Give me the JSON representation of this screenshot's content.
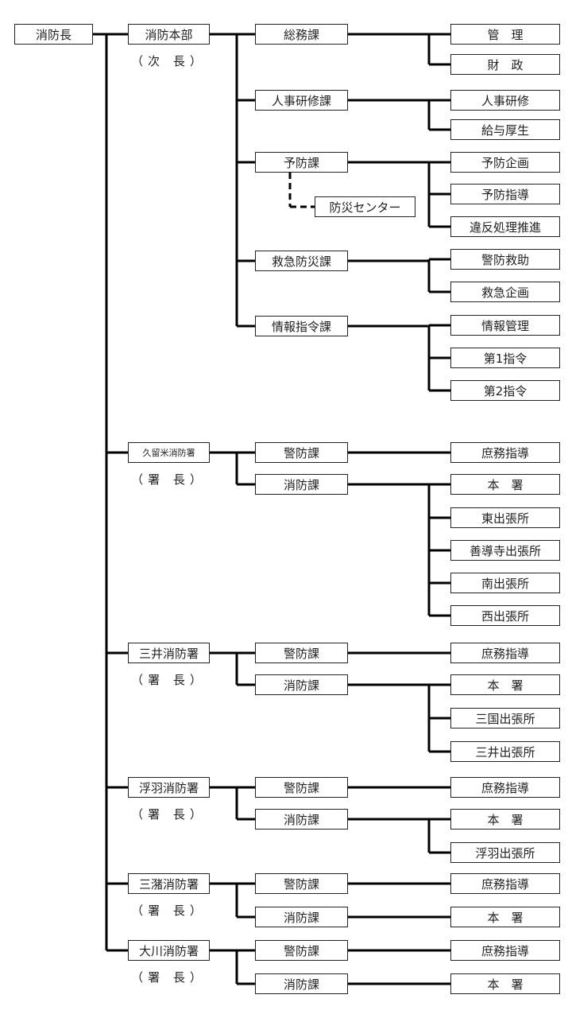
{
  "chief": "消防長",
  "units": [
    {
      "name": "消防本部",
      "title": "（次 長）",
      "sections": [
        {
          "name": "総務課",
          "sub": [
            "管　理",
            "財　政"
          ]
        },
        {
          "name": "人事研修課",
          "sub": [
            "人事研修",
            "給与厚生"
          ]
        },
        {
          "name": "予防課",
          "sub": [
            "予防企画",
            "予防指導",
            "違反処理推進"
          ],
          "annex": "防災センター"
        },
        {
          "name": "救急防災課",
          "sub": [
            "警防救助",
            "救急企画"
          ]
        },
        {
          "name": "情報指令課",
          "sub": [
            "情報管理",
            "第1指令",
            "第2指令"
          ]
        }
      ]
    },
    {
      "name": "久留米消防署",
      "title": "（署 長）",
      "sections": [
        {
          "name": "警防課",
          "sub": [
            "庶務指導"
          ]
        },
        {
          "name": "消防課",
          "sub": [
            "本　署",
            "東出張所",
            "善導寺出張所",
            "南出張所",
            "西出張所"
          ]
        }
      ]
    },
    {
      "name": "三井消防署",
      "title": "（署 長）",
      "sections": [
        {
          "name": "警防課",
          "sub": [
            "庶務指導"
          ]
        },
        {
          "name": "消防課",
          "sub": [
            "本　署",
            "三国出張所",
            "三井出張所"
          ]
        }
      ]
    },
    {
      "name": "浮羽消防署",
      "title": "（署 長）",
      "sections": [
        {
          "name": "警防課",
          "sub": [
            "庶務指導"
          ]
        },
        {
          "name": "消防課",
          "sub": [
            "本　署",
            "浮羽出張所"
          ]
        }
      ]
    },
    {
      "name": "三潴消防署",
      "title": "（署 長）",
      "sections": [
        {
          "name": "警防課",
          "sub": [
            "庶務指導"
          ]
        },
        {
          "name": "消防課",
          "sub": [
            "本　署"
          ]
        }
      ]
    },
    {
      "name": "大川消防署",
      "title": "（署 長）",
      "sections": [
        {
          "name": "警防課",
          "sub": [
            "庶務指導"
          ]
        },
        {
          "name": "消防課",
          "sub": [
            "本　署"
          ]
        }
      ]
    }
  ]
}
